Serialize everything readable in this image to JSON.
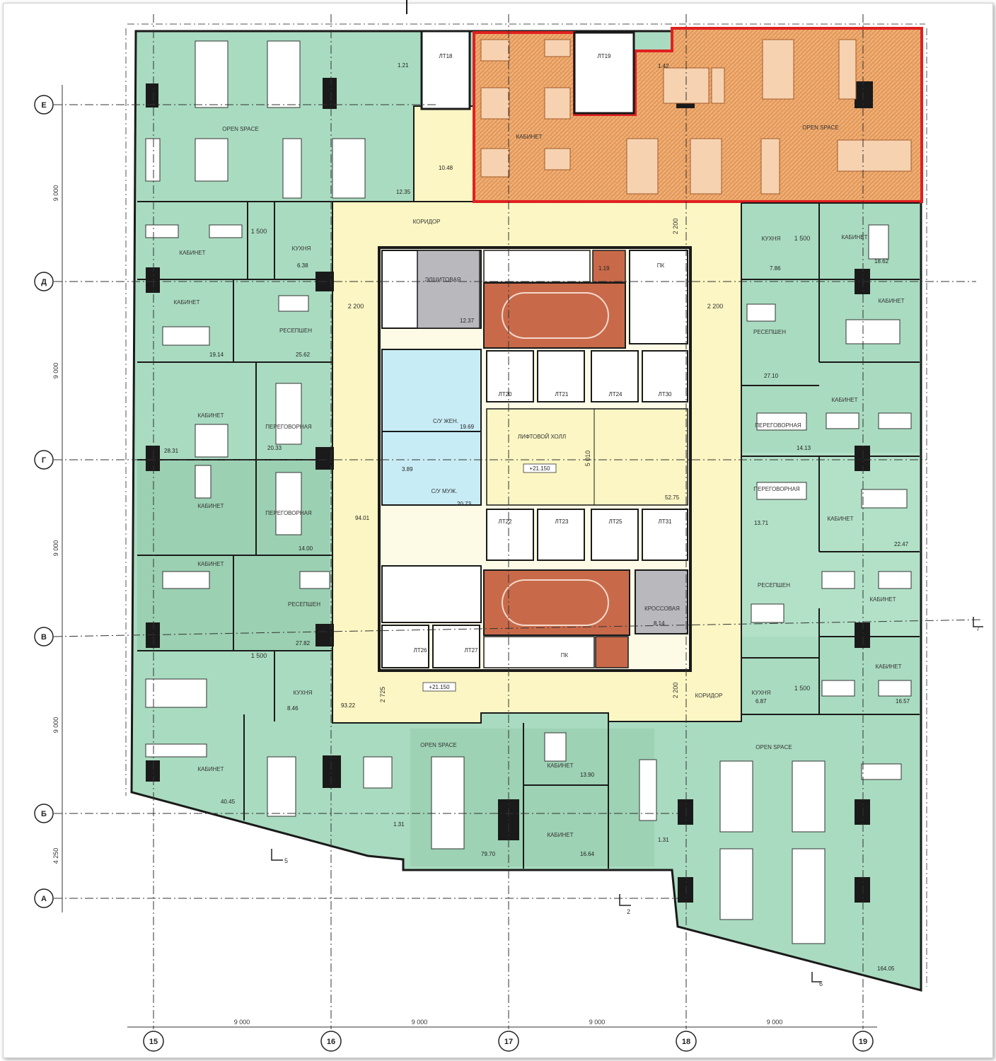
{
  "colors": {
    "office_green": "#a9dbc0",
    "office_green_dark": "#8fc7a6",
    "core_yellow": "#fbf6c3",
    "wc_blue": "#c8ecf6",
    "stair_red": "#c86a4a",
    "tech_grey": "#b9b9bd",
    "highlight_orange": "#e49a5b",
    "highlight_border": "#e02020",
    "wall": "#1a1a1a"
  },
  "axes": {
    "columns": [
      "15",
      "16",
      "17",
      "18",
      "19"
    ],
    "rows": [
      "Е",
      "Д",
      "Г",
      "В",
      "Б",
      "А"
    ],
    "col_spacing": [
      "9 000",
      "9 000",
      "9 000",
      "9 000"
    ],
    "row_spacing": [
      "9 000",
      "9 000",
      "9 000",
      "9 000",
      "4 250"
    ]
  },
  "rooms": {
    "open_space_nw": "OPEN SPACE",
    "open_space_ne": "OPEN SPACE",
    "open_space_s": "OPEN SPACE",
    "open_space_se": "OPEN SPACE",
    "kabinet_ne": "КАБИНЕТ",
    "koridor_n": "КОРИДОР",
    "koridor_s": "КОРИДОР",
    "kitchen_w1": "КУХНЯ",
    "kitchen_w2": "КУХНЯ",
    "kitchen_e1": "КУХНЯ",
    "kitchen_e2": "КУХНЯ",
    "reception_w1": "РЕСЕПШЕН",
    "reception_w2": "РЕСЕПШЕН",
    "reception_e1": "РЕСЕПШЕН",
    "reception_e2": "РЕСЕПШЕН",
    "meeting_w1": "ПЕРЕГОВОРНАЯ",
    "meeting_w2": "ПЕРЕГОВОРНАЯ",
    "meeting_e1": "ПЕРЕГОВОРНАЯ",
    "meeting_e2": "ПЕРЕГОВОРНАЯ",
    "cabinet_w1": "КАБИНЕТ",
    "cabinet_w2": "КАБИНЕТ",
    "cabinet_w3": "КАБИНЕТ",
    "cabinet_w4": "КАБИНЕТ",
    "cabinet_w5": "КАБИНЕТ",
    "cabinet_w6": "КАБИНЕТ",
    "cabinet_e1": "КАБИНЕТ",
    "cabinet_e2": "КАБИНЕТ",
    "cabinet_e3": "КАБИНЕТ",
    "cabinet_e4": "КАБИНЕТ",
    "cabinet_e5": "КАБИНЕТ",
    "cabinet_e6": "КАБИНЕТ",
    "cabinet_s1": "КАБИНЕТ",
    "cabinet_s2": "КАБИНЕТ",
    "electrical": "ЭЛЩИТОВАЯ",
    "wc_women": "С/У ЖЕН.",
    "wc_men": "С/У МУЖ.",
    "lift_hall": "ЛИФТОВОЙ ХОЛЛ",
    "crossover": "КРОССОВАЯ",
    "pk1": "ПК",
    "pk2": "ПК"
  },
  "lifts": [
    "ЛТ18",
    "ЛТ19",
    "ЛТ20",
    "ЛТ21",
    "ЛТ24",
    "ЛТ30",
    "ЛТ22",
    "ЛТ23",
    "ЛТ25",
    "ЛТ31",
    "ЛТ26",
    "ЛТ27"
  ],
  "areas": {
    "a1": "1.21",
    "a2": "10.48",
    "a3": "12.35",
    "a4": "1.42",
    "a5": "6.38",
    "a6": "19.14",
    "a7": "25.62",
    "a8": "28.31",
    "a9": "20.33",
    "a10": "14.00",
    "a11": "27.82",
    "a12": "8.46",
    "a13": "93.22",
    "a14": "94.01",
    "a15": "12.37",
    "a16": "19.69",
    "a17": "3.89",
    "a18": "20.73",
    "a19": "52.75",
    "a20": "7.86",
    "a21": "18.62",
    "a22": "27.10",
    "a23": "14.13",
    "a24": "13.71",
    "a25": "22.47",
    "a26": "6.87",
    "a27": "16.57",
    "a28": "13.90",
    "a29": "16.64",
    "a30": "79.70",
    "a31": "1.31",
    "a32": "1.31",
    "a33": "164.05",
    "a34": "8.14",
    "a35": "1.19",
    "a36": "40.45"
  },
  "elevations": [
    "+21.150",
    "+21.150"
  ],
  "dimensions": {
    "d1": "1 500",
    "d2": "2 200",
    "d3": "2 200",
    "d4": "2 200",
    "d5": "2 200",
    "d6": "1 500",
    "d7": "1 500",
    "d8": "1 500",
    "d9": "2 725",
    "d10": "5 010"
  },
  "section_marks": [
    "5",
    "2",
    "6",
    "7"
  ]
}
